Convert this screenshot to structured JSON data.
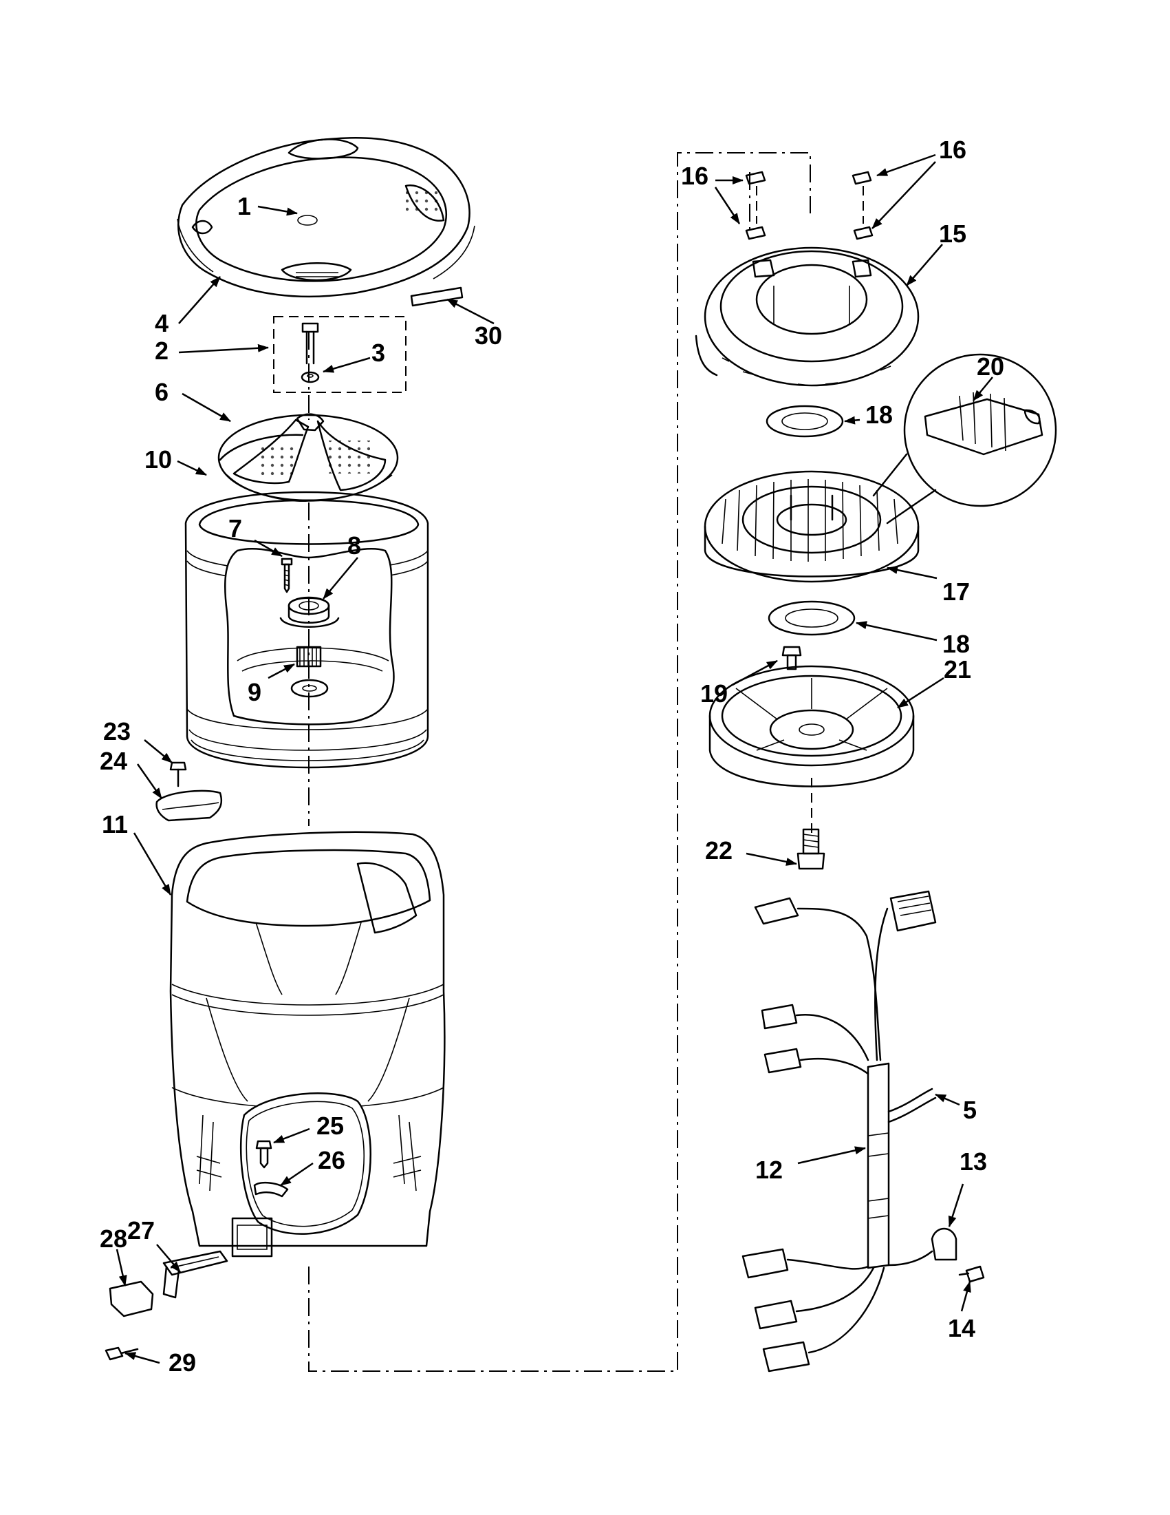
{
  "callouts": {
    "c1": "1",
    "c2": "2",
    "c3": "3",
    "c4": "4",
    "c5": "5",
    "c6": "6",
    "c7": "7",
    "c8": "8",
    "c9": "9",
    "c10": "10",
    "c11": "11",
    "c12": "12",
    "c13": "13",
    "c14": "14",
    "c15": "15",
    "c16a": "16",
    "c16b": "16",
    "c17": "17",
    "c18a": "18",
    "c18b": "18",
    "c19": "19",
    "c20": "20",
    "c21": "21",
    "c22": "22",
    "c23": "23",
    "c24": "24",
    "c25": "25",
    "c26": "26",
    "c27": "27",
    "c28": "28",
    "c29": "29",
    "c30": "30"
  }
}
